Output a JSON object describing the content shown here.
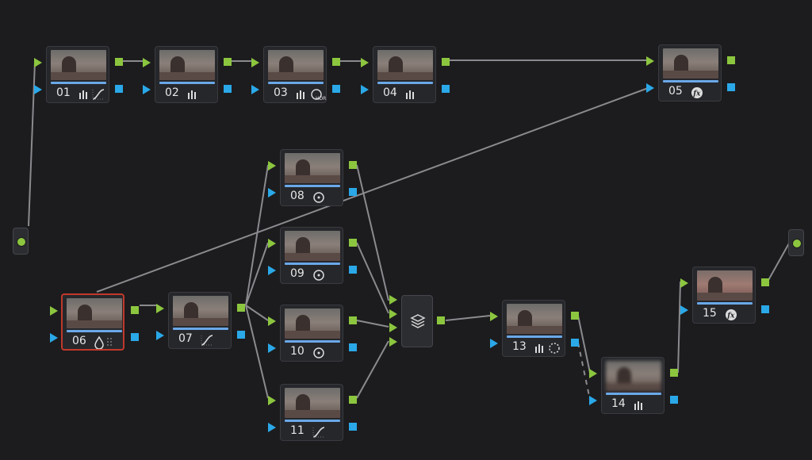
{
  "app": "Color Page Node Graph",
  "colors": {
    "rgb_port": "#8cc63f",
    "key_port": "#2aa8e8",
    "selected_border": "#c0392b",
    "background": "#1c1c1e"
  },
  "nodes": [
    {
      "id": "01",
      "tools": [
        "bars-icon",
        "curve-icon"
      ]
    },
    {
      "id": "02",
      "tools": [
        "bars-icon"
      ]
    },
    {
      "id": "03",
      "tools": [
        "bars-icon",
        "hdr-wheel-icon"
      ]
    },
    {
      "id": "04",
      "tools": [
        "bars-icon"
      ]
    },
    {
      "id": "05",
      "tools": [
        "fx-icon"
      ]
    },
    {
      "id": "06",
      "tools": [
        "drop-icon",
        "grid-dots-icon"
      ],
      "selected": true
    },
    {
      "id": "07",
      "tools": [
        "curve-icon"
      ]
    },
    {
      "id": "08",
      "tools": [
        "circle-window-icon"
      ]
    },
    {
      "id": "09",
      "tools": [
        "circle-window-icon"
      ]
    },
    {
      "id": "10",
      "tools": [
        "circle-window-icon"
      ]
    },
    {
      "id": "11",
      "tools": [
        "curve-icon"
      ]
    },
    {
      "id": "13",
      "tools": [
        "bars-icon",
        "dotted-circle-icon"
      ]
    },
    {
      "id": "14",
      "tools": [
        "bars-icon"
      ]
    },
    {
      "id": "15",
      "tools": [
        "fx-icon"
      ]
    }
  ],
  "hdr_label": "HDR",
  "fx_label": "fx",
  "mixer": {
    "icon": "layers-icon"
  }
}
